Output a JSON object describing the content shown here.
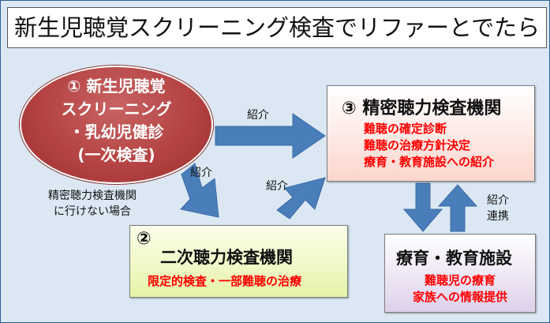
{
  "title": "新生児聴覚スクリーニング検査でリファーとでたら",
  "node1": {
    "number": "①",
    "lines": [
      "新生児聴覚",
      "スクリーニング",
      "・乳幼児健診",
      "(一次検査)"
    ]
  },
  "node3": {
    "number": "③",
    "title": "精密聴力検査機関",
    "items": [
      "難聴の確定診断",
      "難聴の治療方針決定",
      "療育・教育施設への紹介"
    ]
  },
  "node2": {
    "number": "②",
    "title": "二次聴力検査機関",
    "items": [
      "限定的検査・一部難聴の治療"
    ]
  },
  "node4": {
    "title": "療育・教育施設",
    "items": [
      "難聴児の療育",
      "家族への情報提供"
    ]
  },
  "edges": {
    "n1_to_n3": "紹介",
    "n1_to_n2": "紹介",
    "n2_to_n3": "紹介",
    "n3_n4": [
      "紹介",
      "連携"
    ]
  },
  "note": [
    "精密聴力検査機関",
    "に行けない場合"
  ],
  "colors": {
    "background": "#dbe8f4",
    "arrow": "#4a7ebb",
    "ellipse": "#b54343",
    "emphasis_text": "#ff0000"
  }
}
